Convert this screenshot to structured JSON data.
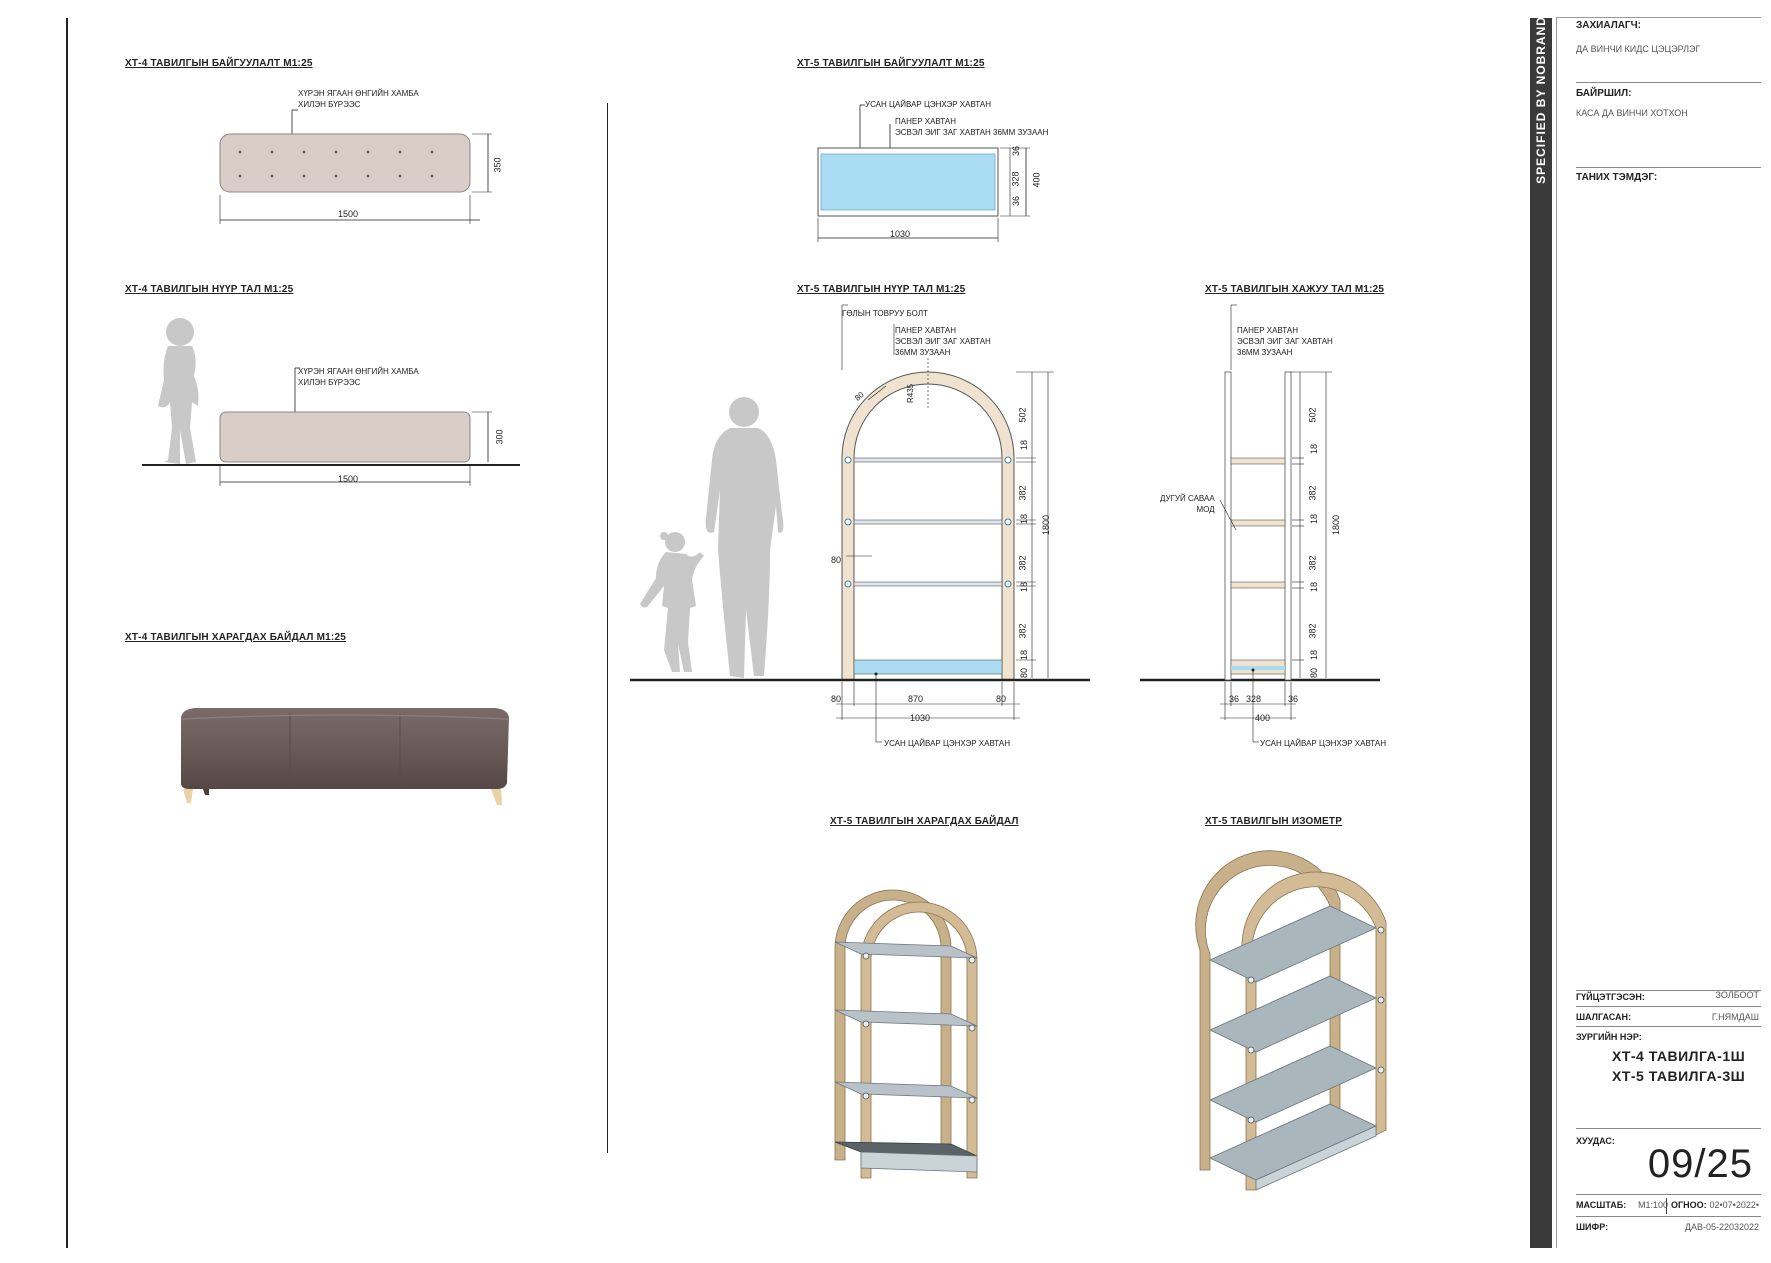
{
  "xt4": {
    "plan_title": "ХТ-4 ТАВИЛГЫН БАЙГУУЛАЛТ М1:25",
    "plan_note": "ХҮРЭН ЯГААН ӨНГИЙН ХАМБА\nХИЛЭН БҮРЭЭС",
    "plan_width": "1500",
    "plan_depth": "350",
    "front_title": "ХТ-4 ТАВИЛГЫН НҮҮР ТАЛ М1:25",
    "front_note": "ХҮРЭН ЯГААН ӨНГИЙН ХАМБА\nХИЛЭН БҮРЭЭС",
    "front_width": "1500",
    "front_height": "300",
    "view_title": "ХТ-4 ТАВИЛГЫН ХАРАГДАХ БАЙДАЛ М1:25"
  },
  "xt5": {
    "plan_title": "ХТ-5 ТАВИЛГЫН БАЙГУУЛАЛТ М1:25",
    "plan_note1": "УСАН ЦАЙВАР ЦЭНХЭР ХАВТАН",
    "plan_note2": "ПАНЕР ХАВТАН\nЭСВЭЛ ЭИГ ЗАГ ХАВТАН 36ММ ЗУЗААН",
    "plan_width": "1030",
    "plan_dims": [
      "36",
      "328",
      "36",
      "400"
    ],
    "front_title": "ХТ-5 ТАВИЛГЫН НҮҮР ТАЛ М1:25",
    "front_note_top": "ГӨЛЫН ТОВРУУ БОЛТ",
    "front_note_panel": "ПАНЕР ХАВТАН\nЭСВЭЛ ЭИГ ЗАГ ХАВТАН\n36ММ ЗУЗААН",
    "front_radius": "R435",
    "front_r_small": "80",
    "front_side": "80",
    "front_right_dims": [
      "502",
      "18",
      "382",
      "18",
      "382",
      "18",
      "382",
      "18",
      "80"
    ],
    "front_total_h": "1800",
    "front_bottom_dims": [
      "80",
      "870",
      "80"
    ],
    "front_total_w": "1030",
    "front_bottom_note": "УСАН ЦАЙВАР ЦЭНХЭР ХАВТАН",
    "side_title": "ХТ-5 ТАВИЛГЫН ХАЖУУ ТАЛ М1:25",
    "side_note_panel": "ПАНЕР ХАВТАН\nЭСВЭЛ ЭИГ ЗАГ ХАВТАН\n36ММ ЗУЗААН",
    "side_note_round": "ДУГУЙ САВАА\nМОД",
    "side_right_dims": [
      "502",
      "18",
      "382",
      "18",
      "382",
      "18",
      "382",
      "18",
      "80"
    ],
    "side_total_h": "1800",
    "side_bottom_dims": [
      "36",
      "328",
      "36"
    ],
    "side_total_w": "400",
    "side_bottom_note": "УСАН ЦАЙВАР ЦЭНХЭР ХАВТАН",
    "view_title": "ХТ-5 ТАВИЛГЫН ХАРАГДАХ БАЙДАЛ",
    "iso_title": "ХТ-5 ТАВИЛГЫН ИЗОМЕТР"
  },
  "titleblock": {
    "brand": "SPECIFIED BY NOBRAND",
    "client_label": "ЗАХИАЛАГЧ:",
    "client_value": "ДА ВИНЧИ КИДС ЦЭЦЭРЛЭГ",
    "location_label": "БАЙРШИЛ:",
    "location_value": "КАСА ДА ВИНЧИ ХОТХОН",
    "mark_label": "ТАНИХ ТЭМДЭГ:",
    "performed_label": "ГҮЙЦЭТГЭСЭН:",
    "performed_value": "ЗОЛБООТ",
    "checked_label": "ШАЛГАСАН:",
    "checked_value": "Г.НЯМДАШ",
    "drawing_name_label": "ЗУРГИЙН НЭР:",
    "drawing_name_1": "ХТ-4 ТАВИЛГА-1Ш",
    "drawing_name_2": "ХТ-5 ТАВИЛГА-3Ш",
    "sheet_label": "ХУУДАС:",
    "sheet_value": "09/25",
    "scale_label": "МАСШТАБ:",
    "scale_value": "M1:100",
    "date_label": "ОГНОО:",
    "date_value": "02•07•2022•",
    "code_label": "ШИФР:",
    "code_value": "ДАВ-05-22032022"
  },
  "colors": {
    "bench_fill": "#d9cdc8",
    "glass_blue": "#a9dcf3",
    "wood": "#c8b08a",
    "fabric": "#6a5a58",
    "brand_bar": "#3a3a3a",
    "silhouette": "#c8c8c8"
  }
}
